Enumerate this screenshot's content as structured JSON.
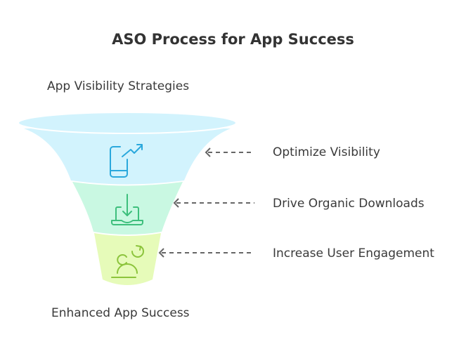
{
  "title": "ASO Process for App Success",
  "top_label": "App Visibility Strategies",
  "bottom_label": "Enhanced App Success",
  "stages": [
    {
      "label": "Optimize Visibility",
      "icon": "phone-trend-up-icon",
      "color": "#d2f3fd",
      "stroke": "#2aa8dc"
    },
    {
      "label": "Drive Organic Downloads",
      "icon": "laptop-download-icon",
      "color": "#c9f8e2",
      "stroke": "#3dbf7c"
    },
    {
      "label": "Increase User Engagement",
      "icon": "user-refresh-icon",
      "color": "#e6fbb9",
      "stroke": "#8cc43c"
    }
  ]
}
